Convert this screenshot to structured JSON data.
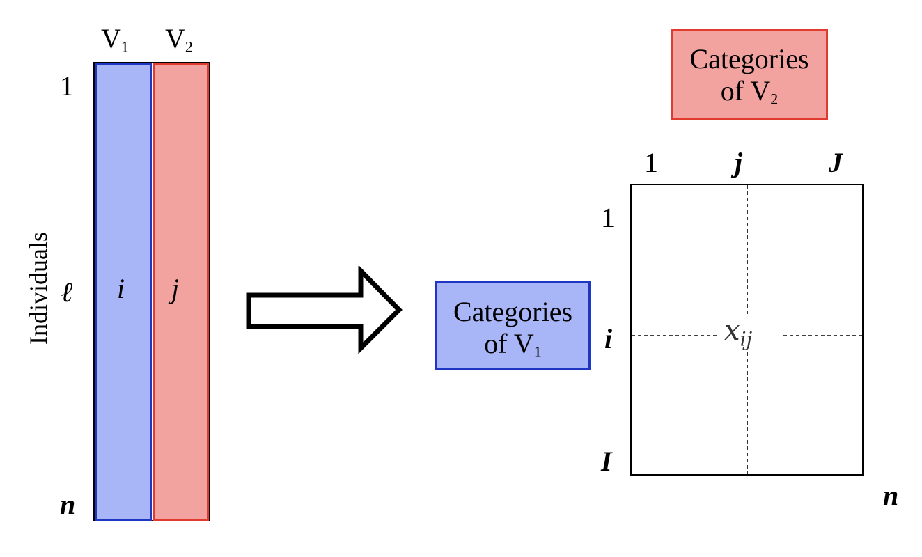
{
  "left_table": {
    "col1_label_main": "V",
    "col1_label_sub": "1",
    "col2_label_main": "V",
    "col2_label_sub": "2",
    "axis_title": "Individuals",
    "row_first": "1",
    "row_middle": "ℓ",
    "row_last": "n",
    "cell_v1": "i",
    "cell_v2": "j",
    "color_v1": "#a8b6f8",
    "color_v2": "#f2a3a0"
  },
  "v1_box": {
    "line1": "Categories",
    "line2_main": "of V",
    "line2_sub": "1"
  },
  "v2_box": {
    "line1": "Categories",
    "line2_main": "of V",
    "line2_sub": "2"
  },
  "contingency_table": {
    "col_first": "1",
    "col_middle": "j",
    "col_last": "J",
    "row_first": "1",
    "row_middle": "i",
    "row_last": "I",
    "cell_main": "x",
    "cell_sub": "ij",
    "total": "n"
  }
}
